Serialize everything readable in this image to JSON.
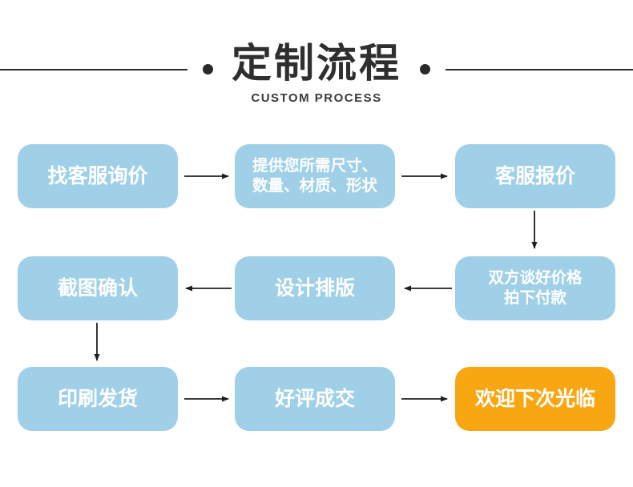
{
  "header": {
    "title": "定制流程",
    "subtitle": "CUSTOM PROCESS"
  },
  "colors": {
    "box_blue": "#9fd0e8",
    "box_orange": "#f9a613",
    "box_text": "#ffffff",
    "heading_text": "#2f2f2f",
    "divider": "#2a2a2a",
    "arrow": "#1f1f1f"
  },
  "flow": {
    "steps": [
      {
        "label": "找客服询价",
        "variant": "blue"
      },
      {
        "label": "提供您所需尺寸、\n数量、材质、形状",
        "variant": "blue"
      },
      {
        "label": "客服报价",
        "variant": "blue"
      },
      {
        "label": "双方谈好价格\n拍下付款",
        "variant": "blue"
      },
      {
        "label": "设计排版",
        "variant": "blue"
      },
      {
        "label": "截图确认",
        "variant": "blue"
      },
      {
        "label": "印刷发货",
        "variant": "blue"
      },
      {
        "label": "好评成交",
        "variant": "blue"
      },
      {
        "label": "欢迎下次光临",
        "variant": "orange"
      }
    ]
  }
}
